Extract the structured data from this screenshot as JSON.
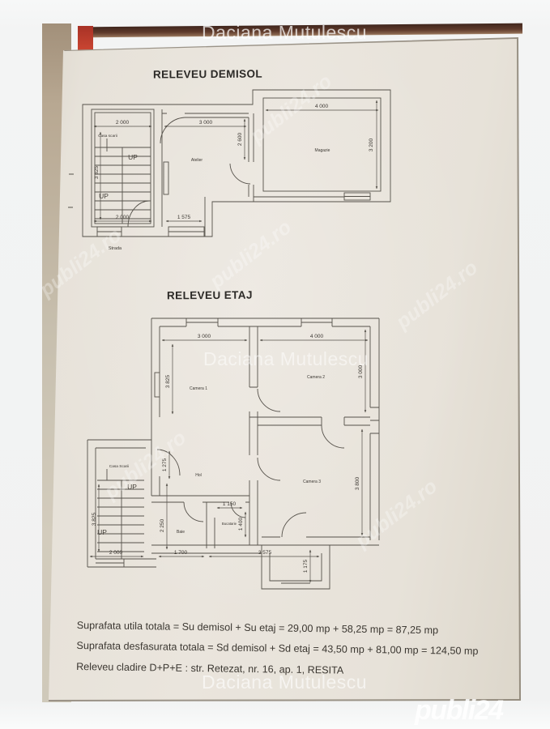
{
  "watermark": {
    "name": "Daciana Mutulescu",
    "site": "publi24",
    "site_url": "publi24.ro"
  },
  "demisol": {
    "title": "RELEVEU DEMISOL",
    "rooms": {
      "casa_scarii": "Casa scarii",
      "atelier": "Atelier",
      "magazie": "Magazie"
    },
    "labels": {
      "up": "UP",
      "strada": "Strada"
    },
    "dims": {
      "top_left": "2 000",
      "top_mid": "3 000",
      "top_right": "4 000",
      "left": "3 825",
      "mid": "2 600",
      "right": "3 200",
      "bottom_left": "2 000",
      "bottom_mid": "1 575"
    }
  },
  "etaj": {
    "title": "RELEVEU ETAJ",
    "rooms": {
      "camera1": "Camera 1",
      "camera2": "Camera 2",
      "camera3": "Camera 3",
      "hol": "Hol",
      "baie": "Baie",
      "bucatarie": "Bucatarie",
      "casa_scarii": "Casa Scarii"
    },
    "labels": {
      "up": "UP"
    },
    "dims": {
      "top_left": "3 000",
      "top_right": "4 000",
      "left_upper": "3 825",
      "right_upper": "3 000",
      "right_lower": "3 800",
      "hol": "1 275",
      "baie": "2 250",
      "bucatarie_w": "1 150",
      "bucatarie_h": "1 400",
      "left_lower": "3 825",
      "bottom_1": "2 000",
      "bottom_2": "1 700",
      "bottom_3": "3 575",
      "bottom_right": "1 175"
    }
  },
  "summary": {
    "line1": "Suprafata utila totala =  Su demisol + Su etaj = 29,00 mp + 58,25 mp = 87,25 mp",
    "line2": "Suprafata desfasurata totala =  Sd demisol + Sd etaj = 43,50 mp + 81,00 mp = 124,50 mp",
    "line3": "Releveu cladire D+P+E : str. Retezat, nr. 16, ap. 1, RESITA"
  }
}
